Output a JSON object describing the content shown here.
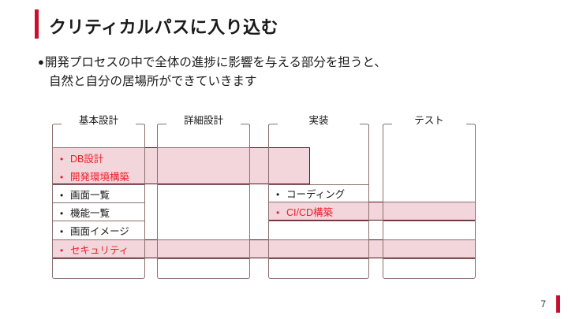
{
  "slide": {
    "title": "クリティカルパスに入り込む",
    "page_number": "7",
    "accent_color": "#C8102E",
    "highlight_fill": "#F3D6DC",
    "highlight_border": "#5C1020",
    "highlight_text_color": "#ED1C24",
    "frame_border_color": "#8a6f6f"
  },
  "body": {
    "bullet_glyph": "●",
    "line1": "開発プロセスの中で全体の進捗に影響を与える部分を担うと、",
    "line2": "自然と自分の居場所ができていきます"
  },
  "table": {
    "columns": [
      {
        "header": "基本設計"
      },
      {
        "header": "詳細設計"
      },
      {
        "header": "実装"
      },
      {
        "header": "テスト"
      }
    ],
    "items": {
      "basic_design": [
        {
          "label": "DB設計",
          "highlight": true
        },
        {
          "label": "開発環境構築",
          "highlight": true
        },
        {
          "label": "画面一覧",
          "highlight": false
        },
        {
          "label": "機能一覧",
          "highlight": false
        },
        {
          "label": "画面イメージ",
          "highlight": false
        },
        {
          "label": "セキュリティ",
          "highlight": true
        }
      ],
      "implementation": [
        {
          "label": "コーディング",
          "highlight": false
        },
        {
          "label": "CI/CD構築",
          "highlight": true
        }
      ]
    },
    "bullet_marker": "•"
  }
}
